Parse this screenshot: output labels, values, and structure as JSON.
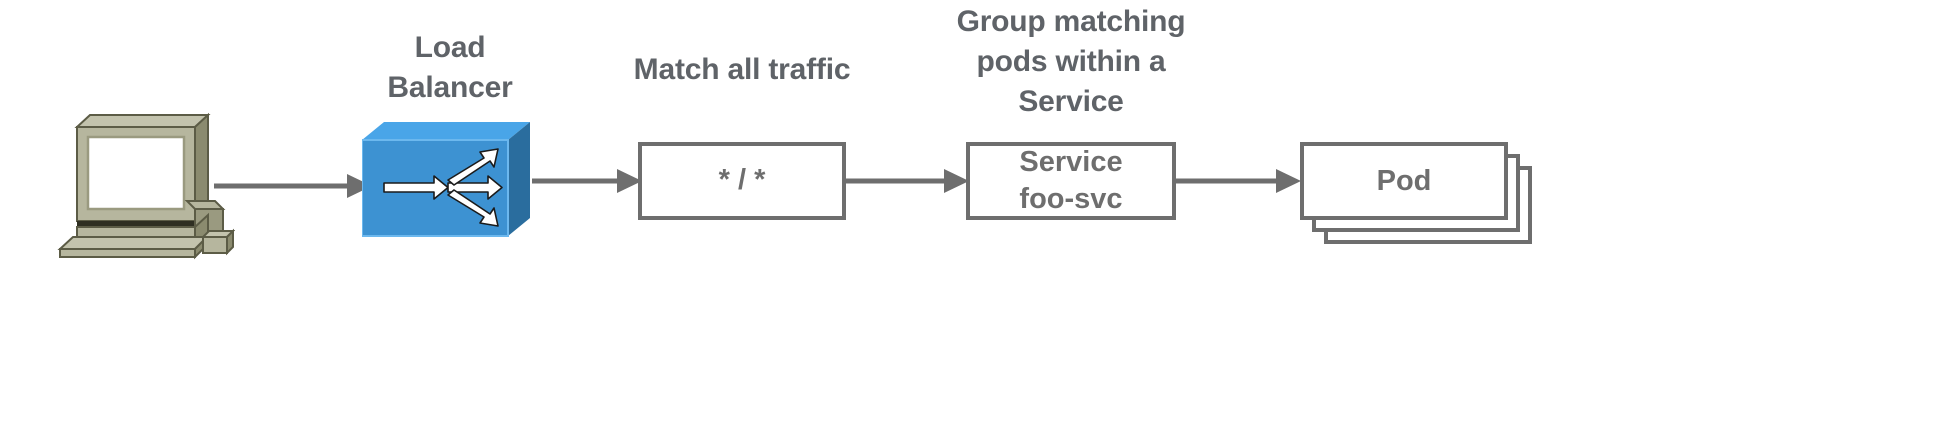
{
  "diagram": {
    "title": "Kubernetes ingress load balancer to service to pod flow",
    "background_color": "#ffffff",
    "line_color": "#6e6e6e",
    "text_color": "#5f6368",
    "accent_color": "#3d92d2"
  },
  "nodes": {
    "client": {
      "name": "client-computer",
      "icon": "desktop-computer-icon",
      "label": "",
      "colors": {
        "case": "#a7a78e",
        "case_light": "#c3c3ad",
        "case_dark": "#8b8b6f",
        "screen": "#ffffff",
        "outline": "#5c5c46"
      }
    },
    "load_balancer": {
      "name": "load-balancer",
      "icon": "load-balancer-icon",
      "caption": "Load\nBalancer",
      "colors": {
        "front": "#3d92d2",
        "top": "#49a5e8",
        "side": "#2a6d9e",
        "arrow": "#ffffff"
      }
    },
    "route_rule": {
      "name": "route-rule-box",
      "caption": "Match all traffic",
      "label": "* / *"
    },
    "service": {
      "name": "service-box",
      "caption": "Group matching\npods within a\nService",
      "label": "Service\nfoo-svc"
    },
    "pod": {
      "name": "pod-stack",
      "caption": "",
      "label": "Pod",
      "stack_count": 3
    }
  },
  "connectors": [
    {
      "name": "arrow-client-to-load-balancer",
      "from": "client",
      "to": "load_balancer"
    },
    {
      "name": "arrow-load-balancer-to-route-rule",
      "from": "load_balancer",
      "to": "route_rule"
    },
    {
      "name": "arrow-route-rule-to-service",
      "from": "route_rule",
      "to": "service"
    },
    {
      "name": "arrow-service-to-pod",
      "from": "service",
      "to": "pod"
    }
  ]
}
